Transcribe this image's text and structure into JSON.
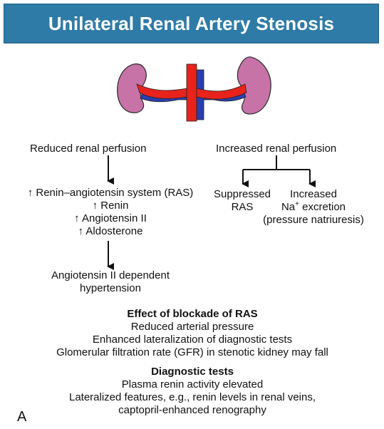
{
  "title": "Unilateral Renal Artery Stenosis",
  "left": {
    "top_label": "Reduced renal perfusion",
    "ras": "Renin–angiotensin system (RAS)",
    "renin": "Renin",
    "angiotensin": "Angiotensin II",
    "aldosterone": "Aldosterone",
    "result_line1": "Angiotensin II dependent",
    "result_line2": "hypertension"
  },
  "right": {
    "top_label": "Increased renal perfusion",
    "suppressed_line1": "Suppressed",
    "suppressed_line2": "RAS",
    "increased_line1": "Increased",
    "increased_line2_pre": "Na",
    "increased_line2_sup": "+",
    "increased_line2_post": " excretion",
    "increased_line3": "(pressure natriuresis)"
  },
  "blockade": {
    "heading": "Effect of blockade of RAS",
    "lines": [
      "Reduced arterial pressure",
      "Enhanced lateralization of diagnostic tests",
      "Glomerular filtration rate (GFR) in stenotic kidney may fall"
    ]
  },
  "tests": {
    "heading": "Diagnostic tests",
    "lines": [
      "Plasma renin activity elevated",
      "Lateralized features, e.g., renin levels in renal veins,",
      "captopril-enhanced renography"
    ]
  },
  "panel_label": "A",
  "up_arrow_glyph": "↑",
  "colors": {
    "banner": "#2f7ba7",
    "kidney": "#c873a8",
    "artery": "#e8231c",
    "vein": "#2a3fae"
  }
}
